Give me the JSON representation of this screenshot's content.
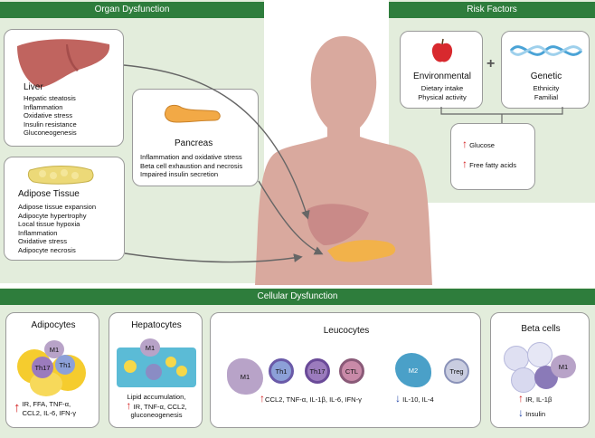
{
  "organ": {
    "header": "Organ Dysfunction",
    "liver": {
      "title": "Liver",
      "items": [
        "Hepatic steatosis",
        "Inflammation",
        "Oxidative stress",
        "Insulin resistance",
        "Gluconeogenesis"
      ]
    },
    "pancreas": {
      "title": "Pancreas",
      "items": [
        "Inflammation and oxidative stress",
        "Beta cell exhaustion and necrosis",
        "Impaired insulin secretion"
      ]
    },
    "adipose": {
      "title": "Adipose Tissue",
      "items": [
        "Adipose tissue expansion",
        "Adipocyte hypertrophy",
        "Local tissue hypoxia",
        "Inflammation",
        "Oxidative stress",
        "Adipocyte necrosis"
      ]
    }
  },
  "risk": {
    "header": "Risk Factors",
    "environmental": {
      "title": "Environmental",
      "items": [
        "Dietary intake",
        "Physical activity"
      ]
    },
    "plus": "+",
    "genetic": {
      "title": "Genetic",
      "items": [
        "Ethnicity",
        "Familial"
      ]
    },
    "outcomes": [
      "Glucose",
      "Free fatty acids"
    ]
  },
  "cellular": {
    "header": "Cellular Dysfunction",
    "adipocytes": {
      "title": "Adipocytes",
      "cells": [
        "M1",
        "Th17",
        "Th1"
      ],
      "lines": [
        "IR, FFA, TNF-α,",
        "CCL2, IL-6, IFN-γ"
      ]
    },
    "hepatocytes": {
      "title": "Hepatocytes",
      "cells": [
        "M1"
      ],
      "lines": [
        "Lipid accumulation,",
        "IR, TNF-α, CCL2,",
        "gluconeogenesis"
      ]
    },
    "leucocytes": {
      "title": "Leucocytes",
      "cells": [
        "M1",
        "Th1",
        "Th17",
        "CTL",
        "M2",
        "Treg"
      ],
      "up_line": "CCL2, TNF-α, IL-1β, IL-6, IFN-γ",
      "down_line": "IL-10, IL-4"
    },
    "beta": {
      "title": "Beta cells",
      "cells": [
        "M1"
      ],
      "up_line": "IR, IL-1β",
      "down_line": "Insulin"
    }
  },
  "colors": {
    "header_green": "#2e7d3c",
    "panel_bg": "#e3eddc",
    "body": "#d9a99e",
    "up_arrow": "#d42020",
    "down_arrow": "#2446a8"
  }
}
